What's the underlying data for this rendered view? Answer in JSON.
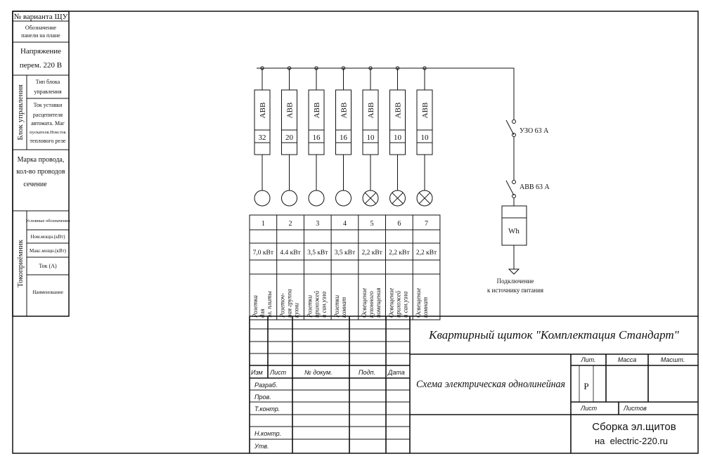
{
  "left_table": {
    "variant": "№ варианта ЩУ",
    "panel_designation": [
      "Обозначение",
      "панели на плане"
    ],
    "voltage": [
      "Напряжение",
      "перем. 220 В"
    ],
    "control_block": "Блок управления",
    "control_type": [
      "Тип блока",
      "управления"
    ],
    "trip_current": [
      "Ток уставки",
      "расцепителя",
      "автомата. Маг",
      "пускателя.Ном.ток",
      "теплового реле"
    ],
    "wire": [
      "Марка провода,",
      "кол-во проводов",
      "сечение"
    ],
    "consumer": "Токоприёмник",
    "consumer_rows": [
      "Условные обозначения",
      "Ном.мощн.(кВт)",
      "Макс.мощн.(кВт)",
      "Ток (А)",
      "Наименование"
    ]
  },
  "breakers": [
    {
      "brand": "ABB",
      "rating": "32",
      "load": "socket"
    },
    {
      "brand": "ABB",
      "rating": "20",
      "load": "socket"
    },
    {
      "brand": "ABB",
      "rating": "16",
      "load": "socket"
    },
    {
      "brand": "ABB",
      "rating": "16",
      "load": "socket"
    },
    {
      "brand": "ABB",
      "rating": "10",
      "load": "lamp"
    },
    {
      "brand": "ABB",
      "rating": "10",
      "load": "lamp"
    },
    {
      "brand": "ABB",
      "rating": "10",
      "load": "lamp"
    }
  ],
  "circuits": [
    {
      "num": "1",
      "power": "7,0 кВт",
      "name": [
        "Розетка",
        "для",
        "эл. плиты"
      ]
    },
    {
      "num": "2",
      "power": "4.4 кВт",
      "name": [
        "Розеточ-",
        "ная группа",
        "кухни"
      ]
    },
    {
      "num": "3",
      "power": "3,5 кВт",
      "name": [
        "Розетки",
        "прихожей",
        "и сан.узла"
      ]
    },
    {
      "num": "4",
      "power": "3,5 кВт",
      "name": [
        "Розетки",
        "комнат"
      ]
    },
    {
      "num": "5",
      "power": "2,2 кВт",
      "name": [
        "Освещение",
        "кухонного",
        "помещения"
      ]
    },
    {
      "num": "6",
      "power": "2,2 кВт",
      "name": [
        "Освещение",
        "прихожей",
        "и сан.узла"
      ]
    },
    {
      "num": "7",
      "power": "2,2 кВт",
      "name": [
        "Освещение",
        "комнат"
      ]
    }
  ],
  "input": {
    "rcd": "УЗО 63 А",
    "main_breaker": "ABB 63 А",
    "meter": "Wh",
    "source": [
      "Подключение",
      "к источнику питания"
    ]
  },
  "title_block": {
    "headers": [
      "Изм",
      "Лист",
      "№ докум.",
      "Подп.",
      "Дата"
    ],
    "roles": [
      "Разраб.",
      "Пров.",
      "Т.контр.",
      "",
      "Н.контр.",
      "Утв."
    ],
    "title": "Квартирный щиток \"Комплектация Стандарт\"",
    "subtitle": "Схема электрическая однолинейная",
    "lit": "Лит.",
    "mass": "Масса",
    "scale": "Масшт.",
    "lit_value": "Р",
    "sheet": "Лист",
    "sheets": "Листов",
    "org": [
      "Сборка эл.щитов",
      "на  electric-220.ru"
    ]
  }
}
